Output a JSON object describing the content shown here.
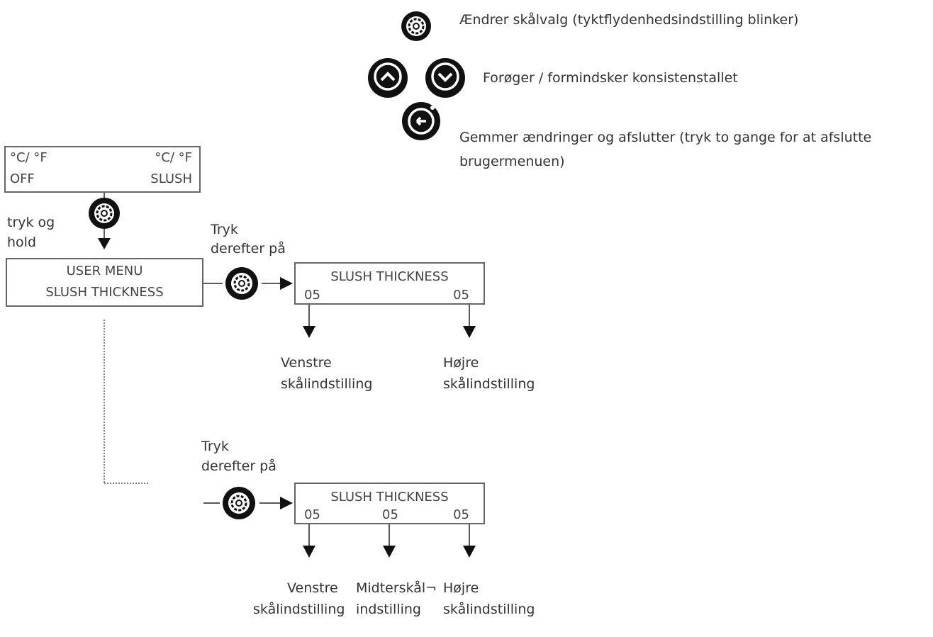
{
  "legend": {
    "settings": "Ændrer skålvalg (tyktflydenhedsindstilling blinker)",
    "updown": "Forøger / formindsker konsistenstallet",
    "exit_line1": "Gemmer ændringer og afslutter (tryk to gange for at afslutte",
    "exit_line2": "brugermenuen)"
  },
  "display_start": {
    "tl": "°C/ °F",
    "tr": "°C/ °F",
    "bl": "OFF",
    "br": "SLUSH"
  },
  "press_hold": {
    "line1": "tryk og",
    "line2": "hold"
  },
  "display_menu": {
    "line1": "USER MENU",
    "line2": "SLUSH  THICKNESS"
  },
  "then_press_1": {
    "line1": "Tryk",
    "line2": "derefter på"
  },
  "display_two": {
    "title": "SLUSH  THICKNESS",
    "left": "05",
    "right": "05"
  },
  "two_labels": {
    "left1": "Venstre",
    "left2": "skålindstilling",
    "right1": "Højre",
    "right2": "skålindstilling"
  },
  "then_press_2": {
    "line1": "Tryk",
    "line2": "derefter på"
  },
  "display_three": {
    "title": "SLUSH  THICKNESS",
    "left": "05",
    "mid": "05",
    "right": "05"
  },
  "three_labels": {
    "left1": "Venstre",
    "left2": "skålindstilling",
    "mid1": "Midterskål¬",
    "mid2": "indstilling",
    "right1": "Højre",
    "right2": "skålindstilling"
  }
}
